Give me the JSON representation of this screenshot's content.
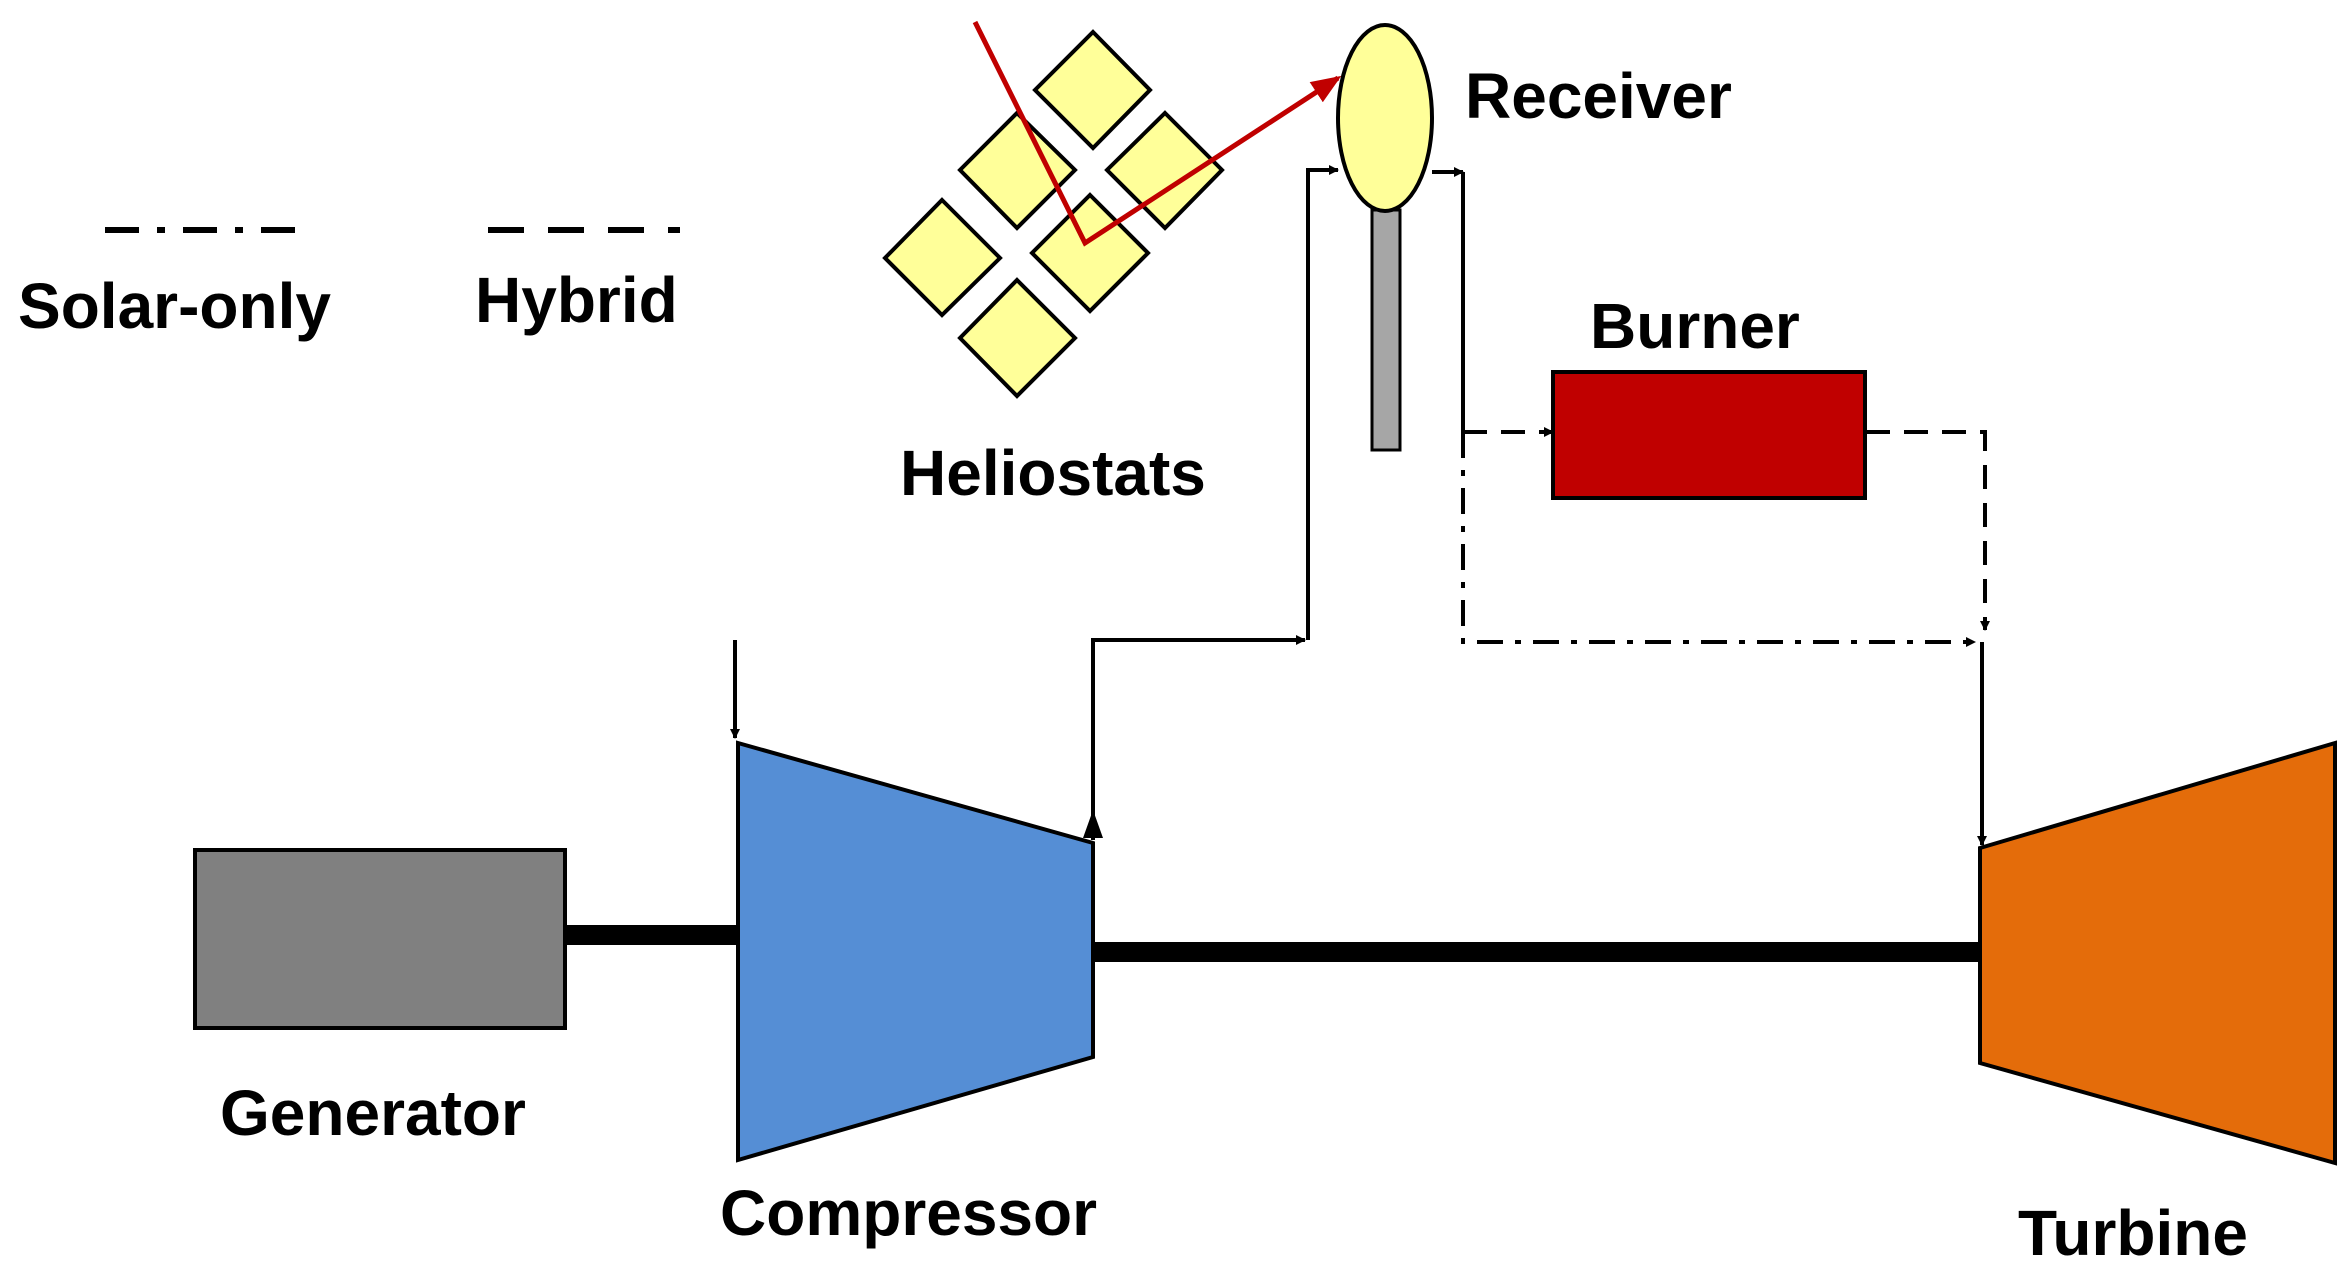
{
  "legend": {
    "solar_only_label": "Solar-only",
    "hybrid_label": "Hybrid"
  },
  "labels": {
    "receiver": "Receiver",
    "heliostats": "Heliostats",
    "burner": "Burner",
    "generator": "Generator",
    "compressor": "Compressor",
    "turbine": "Turbine"
  },
  "colors": {
    "heliostat_fill": "#ffff99",
    "receiver_fill": "#ffff99",
    "tower_fill": "#a6a6a6",
    "burner_fill": "#c00000",
    "generator_fill": "#808080",
    "compressor_fill": "#558ed5",
    "turbine_fill": "#e46c0a",
    "sun_ray": "#c00000",
    "line": "#000000"
  }
}
